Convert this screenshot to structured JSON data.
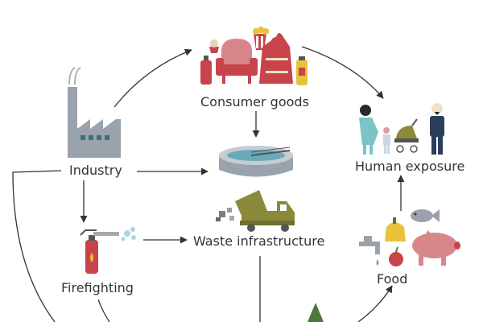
{
  "diagram": {
    "nodes": {
      "consumer_goods": "Consumer goods",
      "industry": "Industry",
      "human_exposure": "Human exposure",
      "waste_infrastructure": "Waste infrastructure",
      "firefighting": "Firefighting",
      "food": "Food"
    },
    "flows": [
      {
        "from": "industry",
        "to": "consumer_goods"
      },
      {
        "from": "consumer_goods",
        "to": "waste_infrastructure"
      },
      {
        "from": "consumer_goods",
        "to": "human_exposure"
      },
      {
        "from": "industry",
        "to": "waste_infrastructure"
      },
      {
        "from": "industry",
        "to": "firefighting"
      },
      {
        "from": "firefighting",
        "to": "waste_infrastructure"
      },
      {
        "from": "food",
        "to": "human_exposure"
      }
    ]
  },
  "colors": {
    "red": "#c8434a",
    "pink": "#d9868a",
    "yellow": "#e8c23a",
    "olive": "#8a8a3a",
    "grey": "#9aa3ab",
    "teal": "#3b6e7a",
    "navy": "#2b3f5c",
    "line": "#333333"
  }
}
